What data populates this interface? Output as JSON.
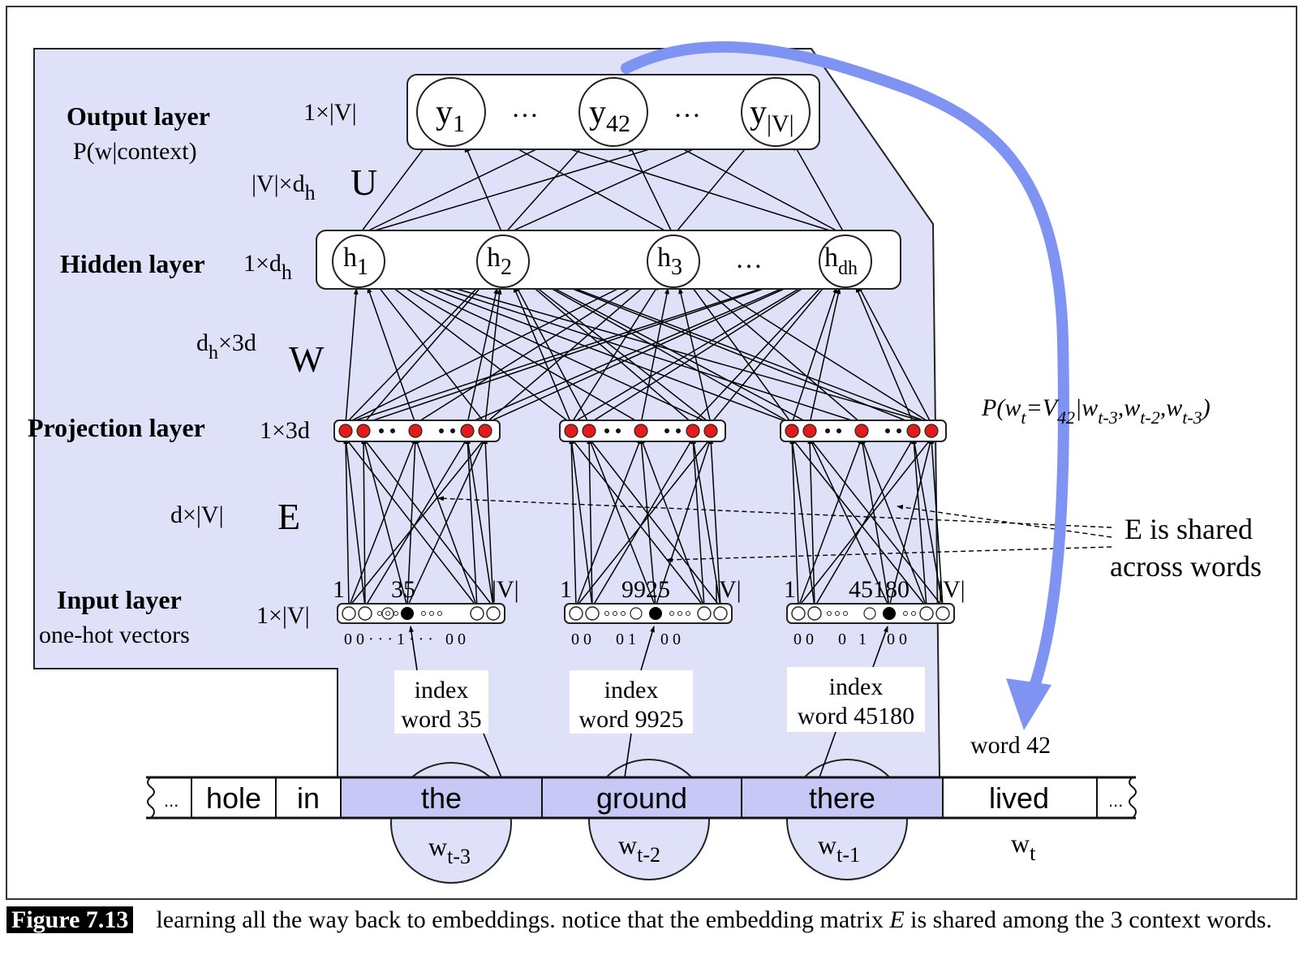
{
  "layers": {
    "output": {
      "title": "Output layer",
      "subtitle": "P(w|context)",
      "dim": "1×|V|"
    },
    "u_matrix": {
      "dim_main": "|V|×d",
      "dim_sub": "h",
      "name": "U"
    },
    "hidden": {
      "title": "Hidden layer",
      "dim_main": "1×d",
      "dim_sub": "h"
    },
    "w_matrix": {
      "dim_pre": "d",
      "dim_sub": "h",
      "dim_post": "×3d",
      "name": "W"
    },
    "projection": {
      "title": "Projection layer",
      "dim": "1×3d"
    },
    "e_matrix": {
      "dim": "d×|V|",
      "name": "E"
    },
    "input": {
      "title": "Input layer",
      "subtitle": "one-hot vectors",
      "dim": "1×|V|"
    }
  },
  "output_nodes": [
    {
      "base": "y",
      "sub": "1"
    },
    {
      "ellipsis": "…"
    },
    {
      "base": "y",
      "sub": "42"
    },
    {
      "ellipsis": "…"
    },
    {
      "base": "y",
      "sub": "|V|"
    }
  ],
  "hidden_nodes": [
    {
      "base": "h",
      "sub": "1"
    },
    {
      "base": "h",
      "sub": "2"
    },
    {
      "base": "h",
      "sub": "3"
    },
    {
      "ellipsis": "…"
    },
    {
      "base": "h",
      "sub": "dh"
    }
  ],
  "input_vectors": [
    {
      "first": "1",
      "index": "35",
      "last": "|V|",
      "bits": "0 0 · · · 1 · · ·   0 0",
      "index_label_1": "index",
      "index_label_2": "word 35"
    },
    {
      "first": "1",
      "index": "9925",
      "last": "|V|",
      "bits": "0 0      0 1      0 0",
      "index_label_1": "index",
      "index_label_2": "word 9925"
    },
    {
      "first": "1",
      "index": "45180",
      "last": "|V|",
      "bits": "0 0      0   1     0 0",
      "index_label_1": "index",
      "index_label_2": "word 45180"
    }
  ],
  "shared_note": {
    "line1": "E is shared",
    "line2": "across words"
  },
  "probability": {
    "text": "P(w",
    "t": "t",
    "eq": "=V",
    "v": "42",
    "bar": "|w",
    "c1": "t-3",
    "c2": "t-2",
    "c3": "t-3",
    "close": ")"
  },
  "word42_label": "word 42",
  "sequence": {
    "cells": [
      "...",
      "hole",
      "in",
      "the",
      "ground",
      "there",
      "lived",
      "..."
    ],
    "positions": [
      {
        "base": "w",
        "sub": "t-3"
      },
      {
        "base": "w",
        "sub": "t-2"
      },
      {
        "base": "w",
        "sub": "t-1"
      },
      {
        "base": "w",
        "sub": "t"
      }
    ]
  },
  "caption": {
    "label": "Figure 7.13",
    "text_before": "learning all the way back to embeddings. notice that the embedding matrix ",
    "em": "E",
    "text_after": " is shared among the 3 context words."
  },
  "colors": {
    "panel": "#dfe1f9",
    "highlight": "#c7c8f6",
    "arrow_blue": "#7f94f2",
    "red_node": "#e31b1b"
  }
}
